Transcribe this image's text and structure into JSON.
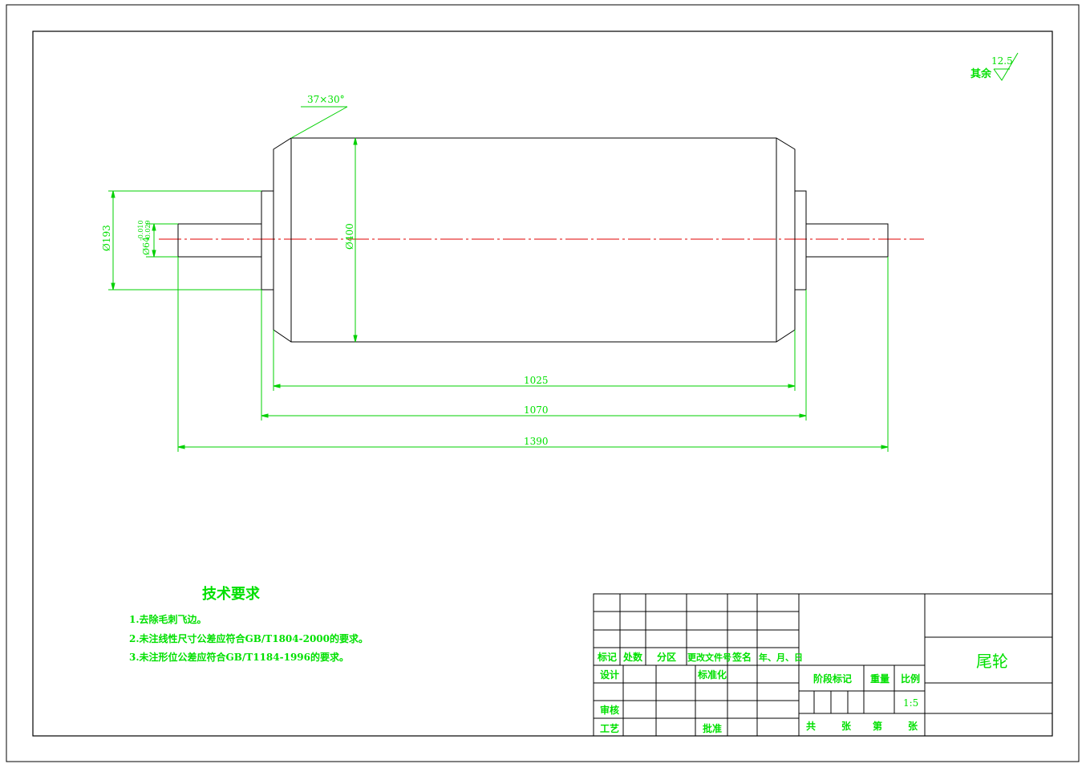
{
  "roughness": {
    "label": "其余",
    "value": "12.5"
  },
  "chamfer": {
    "label": "37×30°"
  },
  "dimensions": {
    "d193": "Ø193",
    "d64": "Ø64",
    "tol_upper": "-0.010",
    "tol_lower": "-0.029",
    "d400": "Ø400",
    "len_1025": "1025",
    "len_1070": "1070",
    "len_1390": "1390"
  },
  "tech_requirements": {
    "title": "技术要求",
    "items": [
      "1.去除毛刺飞边。",
      "2.未注线性尺寸公差应符合GB/T1804-2000的要求。",
      "3.未注形位公差应符合GB/T1184-1996的要求。"
    ]
  },
  "title_block": {
    "part_name": "尾轮",
    "header_cells": [
      "标记",
      "处数",
      "分区",
      "更改文件号",
      "签名",
      "年、月、日"
    ],
    "design": "设计",
    "standardize": "标准化",
    "review": "审核",
    "process": "工艺",
    "approve": "批准",
    "stage_mark": "阶段标记",
    "weight": "重量",
    "scale_label": "比例",
    "scale_value": "1:5",
    "total": "共",
    "sheets1": "张",
    "nth": "第",
    "sheets2": "张"
  },
  "colors": {
    "frame": "#000000",
    "drawing": "#000000",
    "dimension": "#00d000",
    "text": "#00e000",
    "centerline": "#e00000"
  }
}
